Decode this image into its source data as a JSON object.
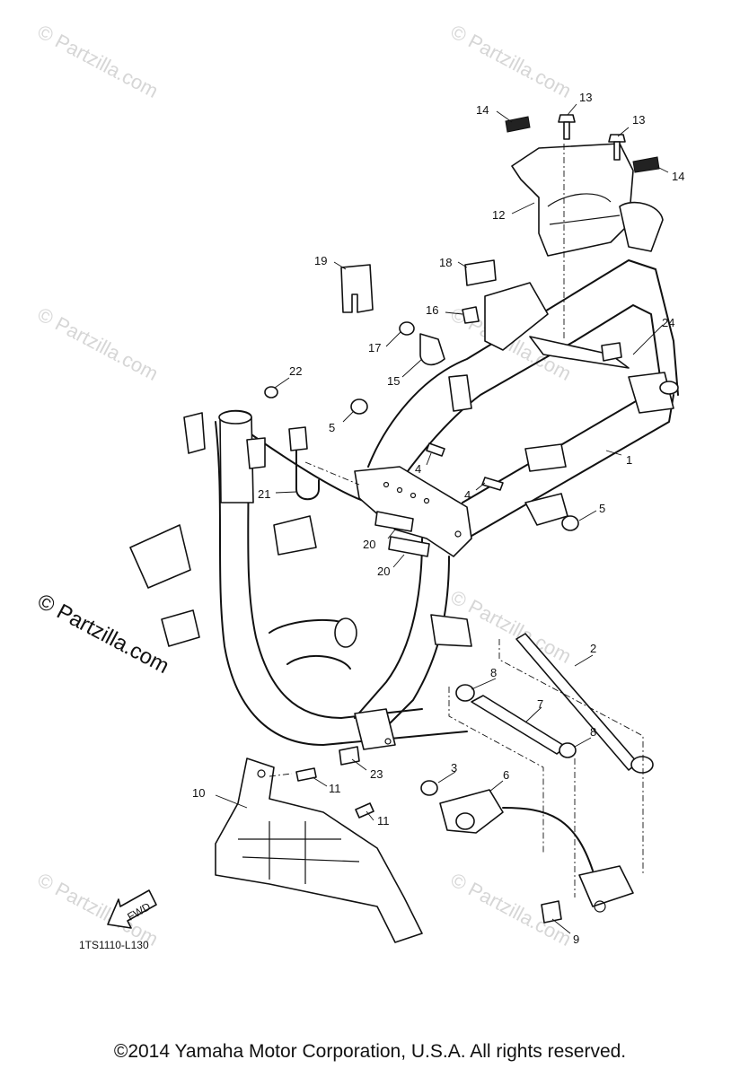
{
  "watermark": {
    "text": "© Partzilla.com",
    "main_text": "© Partzilla.com"
  },
  "diagram_code": "1TS1110-L130",
  "fwd_label": "FWD",
  "copyright": "©2014  Yamaha Motor Corporation, U.S.A. All rights reserved.",
  "callouts": [
    {
      "id": "1",
      "label": "1"
    },
    {
      "id": "2",
      "label": "2"
    },
    {
      "id": "3",
      "label": "3"
    },
    {
      "id": "4a",
      "label": "4"
    },
    {
      "id": "4b",
      "label": "4"
    },
    {
      "id": "5a",
      "label": "5"
    },
    {
      "id": "5b",
      "label": "5"
    },
    {
      "id": "6",
      "label": "6"
    },
    {
      "id": "7",
      "label": "7"
    },
    {
      "id": "8a",
      "label": "8"
    },
    {
      "id": "8b",
      "label": "8"
    },
    {
      "id": "9",
      "label": "9"
    },
    {
      "id": "10",
      "label": "10"
    },
    {
      "id": "11a",
      "label": "11"
    },
    {
      "id": "11b",
      "label": "11"
    },
    {
      "id": "12",
      "label": "12"
    },
    {
      "id": "13a",
      "label": "13"
    },
    {
      "id": "13b",
      "label": "13"
    },
    {
      "id": "14a",
      "label": "14"
    },
    {
      "id": "14b",
      "label": "14"
    },
    {
      "id": "15",
      "label": "15"
    },
    {
      "id": "16",
      "label": "16"
    },
    {
      "id": "17",
      "label": "17"
    },
    {
      "id": "18",
      "label": "18"
    },
    {
      "id": "19",
      "label": "19"
    },
    {
      "id": "20a",
      "label": "20"
    },
    {
      "id": "20b",
      "label": "20"
    },
    {
      "id": "21",
      "label": "21"
    },
    {
      "id": "22",
      "label": "22"
    },
    {
      "id": "23",
      "label": "23"
    },
    {
      "id": "24",
      "label": "24"
    }
  ]
}
